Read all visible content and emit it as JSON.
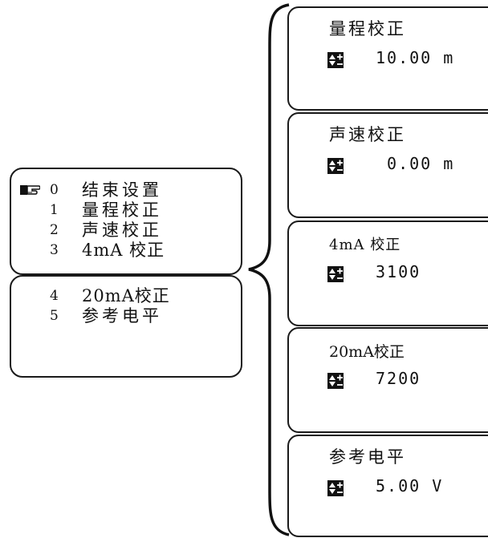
{
  "menu": {
    "page1": [
      {
        "num": "0",
        "label": "结束设置",
        "selected": true
      },
      {
        "num": "1",
        "label": "量程校正",
        "selected": false
      },
      {
        "num": "2",
        "label": "声速校正",
        "selected": false
      },
      {
        "num": "3",
        "label": "4mA 校正",
        "selected": false
      }
    ],
    "page2": [
      {
        "num": "4",
        "label": "20mA校正"
      },
      {
        "num": "5",
        "label": "参考电平"
      }
    ]
  },
  "screens": [
    {
      "title": "量程校正",
      "value": "10.00 m"
    },
    {
      "title": "声速校正",
      "value": " 0.00 m"
    },
    {
      "title": "4mA 校正",
      "value": "3100"
    },
    {
      "title": "20mA校正",
      "value": "7200"
    },
    {
      "title": "参考电平",
      "value": "5.00 V"
    }
  ],
  "icons": {
    "pointer": "pointing-hand-icon",
    "adjust": "plus-minus-adjust-icon"
  }
}
